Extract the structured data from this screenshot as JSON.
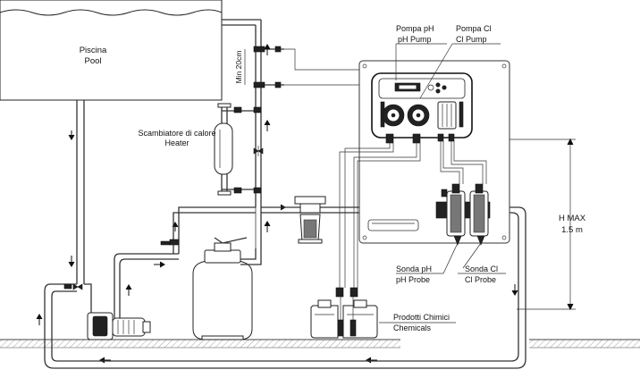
{
  "labels": {
    "pool": "Piscina",
    "pool_en": "Pool",
    "heater": "Scambiatore di calore",
    "heater_en": "Heater",
    "min_distance": "Min 20cm",
    "ph_pump": "Pompa pH",
    "ph_pump_en": "pH Pump",
    "cl_pump": "Pompa Cl",
    "cl_pump_en": "Cl Pump",
    "ph_probe": "Sonda pH",
    "ph_probe_en": "pH Probe",
    "cl_probe": "Sonda Cl",
    "cl_probe_en": "Cl Probe",
    "h_max": "H MAX",
    "h_max_value": "1.5 m",
    "chemicals": "Prodotti Chimici",
    "chemicals_en": "Chemicals"
  },
  "colors": {
    "line": "#333333",
    "background": "#ffffff"
  }
}
